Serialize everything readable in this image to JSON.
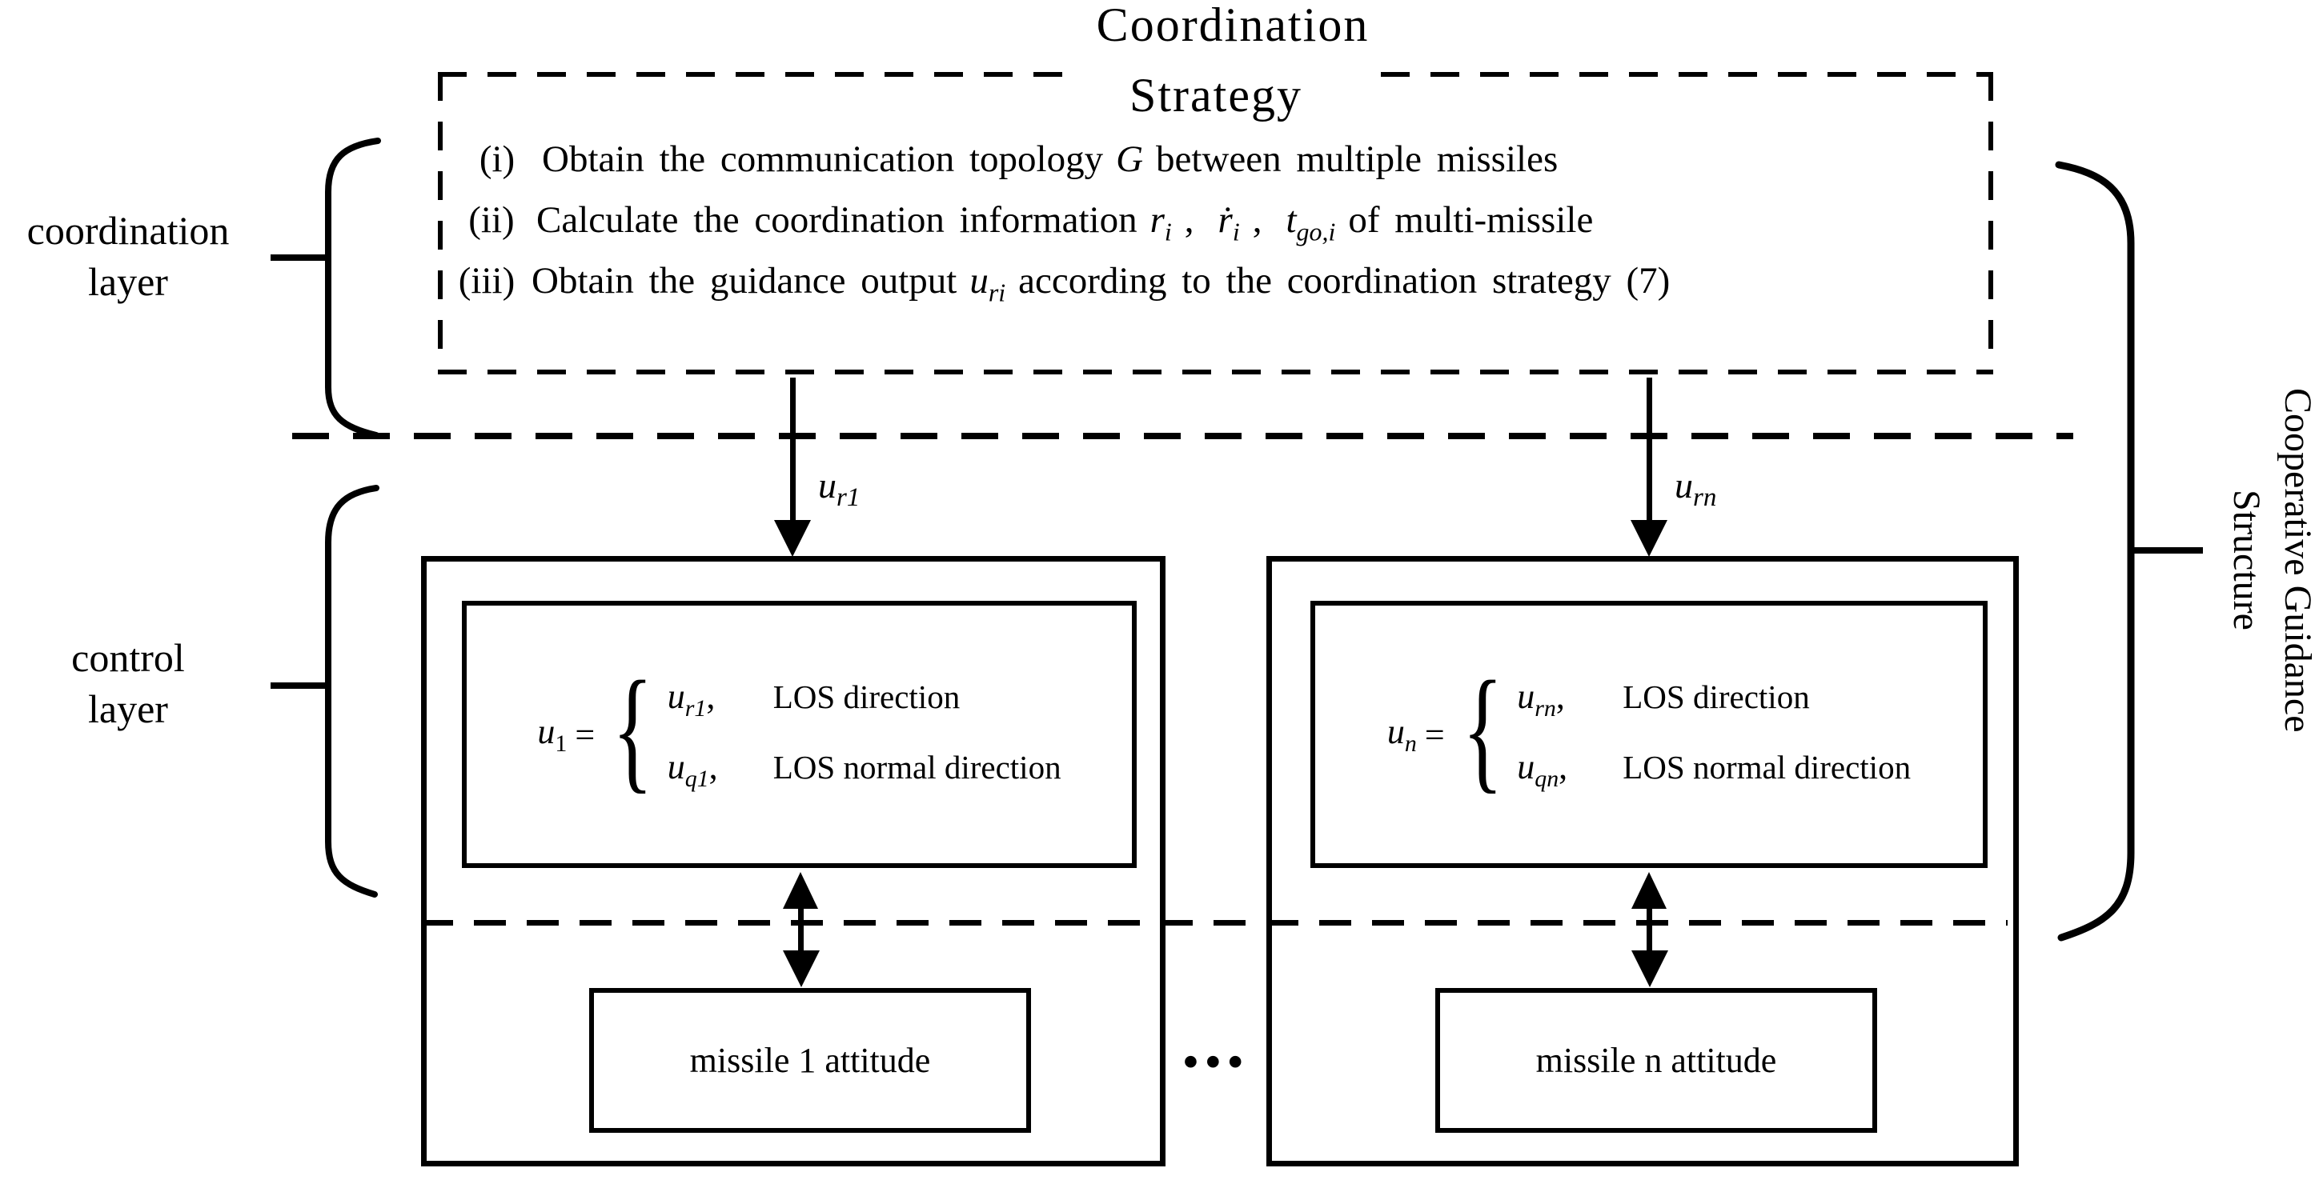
{
  "figure": {
    "title_top": "Coordination",
    "title_bottom": "Strategy"
  },
  "strategy": {
    "items": [
      {
        "num": "(i)",
        "pre": "Obtain the communication topology",
        "g": "G",
        "post": "between multiple missiles"
      },
      {
        "num": "(ii)",
        "pre": "Calculate the coordination information",
        "m1": "r",
        "m1s": "i",
        "c1": ",",
        "m2": "ṙ",
        "m2s": "i",
        "c2": ",",
        "m3": "t",
        "m3s": "go,i",
        "post": "of multi-missile"
      },
      {
        "num": "(iii)",
        "pre": "Obtain the guidance output",
        "m1": "u",
        "m1s": "ri",
        "post": "according to the coordination strategy (7)"
      }
    ]
  },
  "signals": {
    "left": {
      "base": "u",
      "sub": "r1"
    },
    "right": {
      "base": "u",
      "sub": "rn"
    }
  },
  "controllers": {
    "left": {
      "lhs": "u",
      "lhs_sub": "1",
      "eq": "=",
      "brace": "{",
      "rows": [
        {
          "base": "u",
          "sub": "r1",
          "comma": ",",
          "label": "LOS direction"
        },
        {
          "base": "u",
          "sub": "q1",
          "comma": ",",
          "label": "LOS normal direction"
        }
      ]
    },
    "right": {
      "lhs": "u",
      "lhs_sub": "n",
      "eq": "=",
      "brace": "{",
      "rows": [
        {
          "base": "u",
          "sub": "rn",
          "comma": ",",
          "label": "LOS direction"
        },
        {
          "base": "u",
          "sub": "qn",
          "comma": ",",
          "label": "LOS normal direction"
        }
      ]
    }
  },
  "attitude": {
    "left": "missile 1 attitude",
    "right": "missile n attitude",
    "ellipsis": "•••"
  },
  "layers": {
    "coordination": {
      "line1": "coordination",
      "line2": "layer"
    },
    "control": {
      "line1": "control",
      "line2": "layer"
    }
  },
  "right_label": {
    "line1": "Cooperative Guidance",
    "line2": "Structure"
  },
  "colors": {
    "ink": "#000000",
    "background": "#ffffff"
  }
}
